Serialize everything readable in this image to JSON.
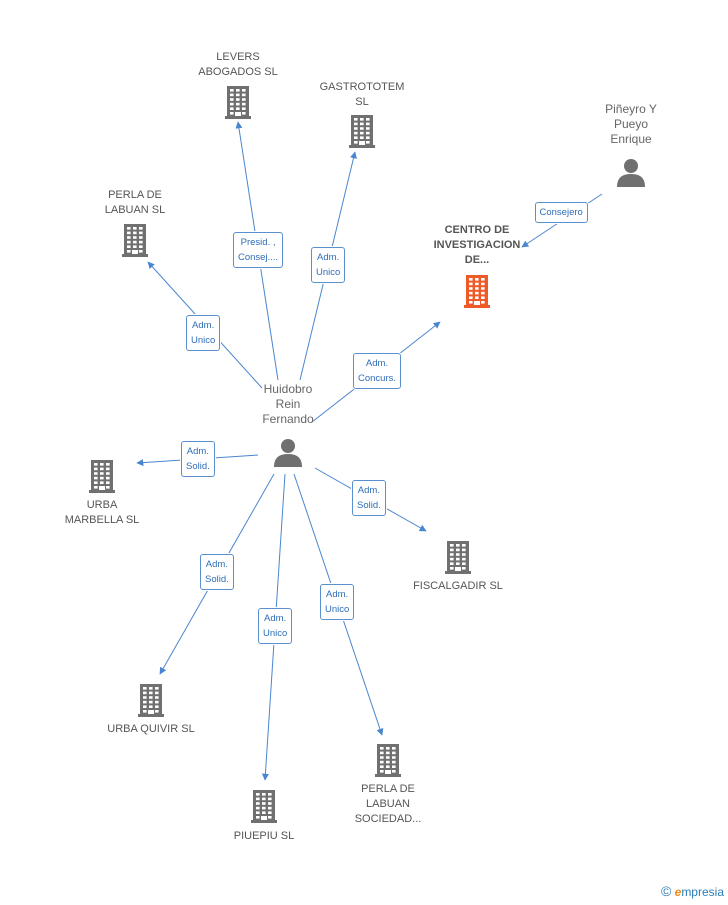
{
  "colors": {
    "edge": "#4a86cf",
    "building": "#707070",
    "building_highlight": "#f05a28",
    "person": "#707070"
  },
  "nodes": [
    {
      "id": "levers",
      "type": "company",
      "label": "LEVERS\nABOGADOS SL"
    },
    {
      "id": "gastro",
      "type": "company",
      "label": "GASTROTOTEM\nSL"
    },
    {
      "id": "perla1",
      "type": "company",
      "label": "PERLA DE\nLABUAN SL"
    },
    {
      "id": "centro",
      "type": "company",
      "highlight": true,
      "label": "CENTRO DE\nINVESTIGACION\nDE..."
    },
    {
      "id": "pineyro",
      "type": "person",
      "label": "Piñeyro Y\nPueyo\nEnrique"
    },
    {
      "id": "huidobro",
      "type": "person",
      "label": "Huidobro\nRein\nFernando"
    },
    {
      "id": "urbam",
      "type": "company",
      "label": "URBA\nMARBELLA SL"
    },
    {
      "id": "fiscal",
      "type": "company",
      "label": "FISCALGADIR SL"
    },
    {
      "id": "urbaq",
      "type": "company",
      "label": "URBA QUIVIR SL"
    },
    {
      "id": "piuepiu",
      "type": "company",
      "label": "PIUEPIU SL"
    },
    {
      "id": "perla2",
      "type": "company",
      "label": "PERLA DE\nLABUAN\nSOCIEDAD..."
    }
  ],
  "relations": [
    {
      "from": "huidobro",
      "to": "levers",
      "label": "Presid. ,\nConsej...."
    },
    {
      "from": "huidobro",
      "to": "gastro",
      "label": "Adm.\nUnico"
    },
    {
      "from": "huidobro",
      "to": "perla1",
      "label": "Adm.\nUnico"
    },
    {
      "from": "huidobro",
      "to": "centro",
      "label": "Adm.\nConcurs."
    },
    {
      "from": "pineyro",
      "to": "centro",
      "label": "Consejero"
    },
    {
      "from": "huidobro",
      "to": "urbam",
      "label": "Adm.\nSolid."
    },
    {
      "from": "huidobro",
      "to": "fiscal",
      "label": "Adm.\nSolid."
    },
    {
      "from": "huidobro",
      "to": "urbaq",
      "label": "Adm.\nSolid."
    },
    {
      "from": "huidobro",
      "to": "piuepiu",
      "label": "Adm.\nUnico"
    },
    {
      "from": "huidobro",
      "to": "perla2",
      "label": "Adm.\nUnico"
    }
  ],
  "brand": {
    "copyright": "©",
    "e": "e",
    "rest": "mpresia"
  }
}
